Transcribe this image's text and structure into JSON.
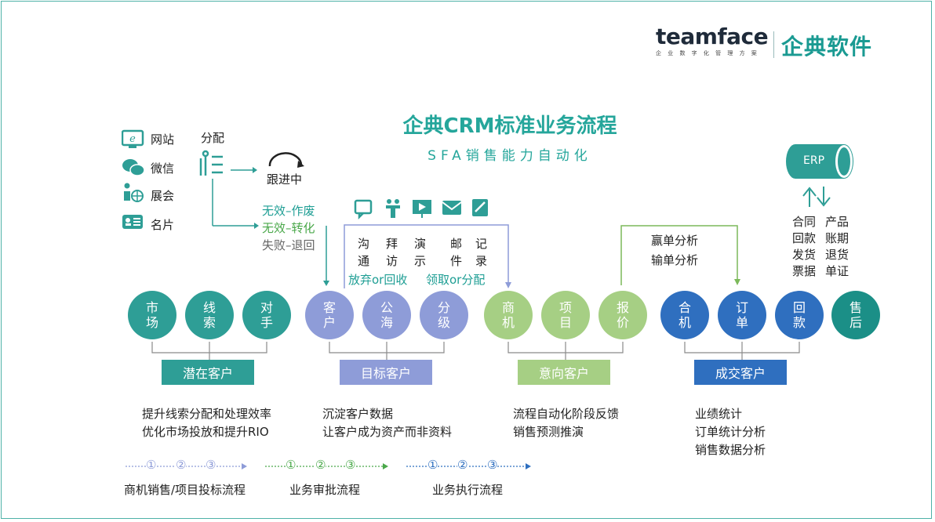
{
  "brand": {
    "logo": "teamface",
    "tagline": "企 业 数 字 化 管 理 方 案",
    "name_cn": "企典软件"
  },
  "header": {
    "title": "企典CRM标准业务流程",
    "subtitle": "SFA销售能力自动化"
  },
  "sources": [
    {
      "label": "网站",
      "icon": "website-icon"
    },
    {
      "label": "微信",
      "icon": "wechat-icon"
    },
    {
      "label": "展会",
      "icon": "exhibition-icon"
    },
    {
      "label": "名片",
      "icon": "business-card-icon"
    }
  ],
  "assign": {
    "label": "分配",
    "follow": "跟进中"
  },
  "outcomes": {
    "invalid_void": "无效–作废",
    "invalid_convert": "无效–转化",
    "fail_return": "失败–退回"
  },
  "activities": {
    "items": [
      "沟\n通",
      "拜\n访",
      "演\n示",
      "邮\n件",
      "记\n录"
    ],
    "release": "放弃or回收",
    "claim": "领取or分配"
  },
  "win_loss": {
    "win": "赢单分析",
    "loss": "输单分析"
  },
  "erp": {
    "label": "ERP",
    "items": [
      [
        "合同",
        "产品"
      ],
      [
        "回款",
        "账期"
      ],
      [
        "发货",
        "退货"
      ],
      [
        "票据",
        "单证"
      ]
    ]
  },
  "circles": [
    {
      "text": "市\n场",
      "group": "teal"
    },
    {
      "text": "线\n索",
      "group": "teal"
    },
    {
      "text": "对\n手",
      "group": "teal"
    },
    {
      "text": "客\n户",
      "group": "purple"
    },
    {
      "text": "公\n海",
      "group": "purple"
    },
    {
      "text": "分\n级",
      "group": "purple"
    },
    {
      "text": "商\n机",
      "group": "green"
    },
    {
      "text": "项\n目",
      "group": "green"
    },
    {
      "text": "报\n价",
      "group": "green"
    },
    {
      "text": "合\n机",
      "group": "blue"
    },
    {
      "text": "订\n单",
      "group": "blue"
    },
    {
      "text": "回\n款",
      "group": "blue"
    },
    {
      "text": "售\n后",
      "group": "dteal"
    }
  ],
  "categories": [
    {
      "label": "潜在客户",
      "color": "#2e9e96"
    },
    {
      "label": "目标客户",
      "color": "#8e9cd8"
    },
    {
      "label": "意向客户",
      "color": "#a6cf84"
    },
    {
      "label": "成交客户",
      "color": "#2f6fbf"
    }
  ],
  "benefits": [
    [
      "提升线索分配和处理效率",
      "优化市场投放和提升RIO"
    ],
    [
      "沉淀客户数据",
      "让客户成为资产而非资料"
    ],
    [
      "流程自动化阶段反馈",
      "销售预测推演"
    ],
    [
      "业绩统计",
      "订单统计分析",
      "销售数据分析"
    ]
  ],
  "flows": [
    {
      "label": "商机销售/项目投标流程",
      "color": "#8e9cd8",
      "steps": [
        "①",
        "②",
        "③"
      ]
    },
    {
      "label": "业务审批流程",
      "color": "#4aa84a",
      "steps": [
        "①",
        "②",
        "③"
      ]
    },
    {
      "label": "业务执行流程",
      "color": "#2f6fbf",
      "steps": [
        "①",
        "②",
        "③"
      ]
    }
  ]
}
